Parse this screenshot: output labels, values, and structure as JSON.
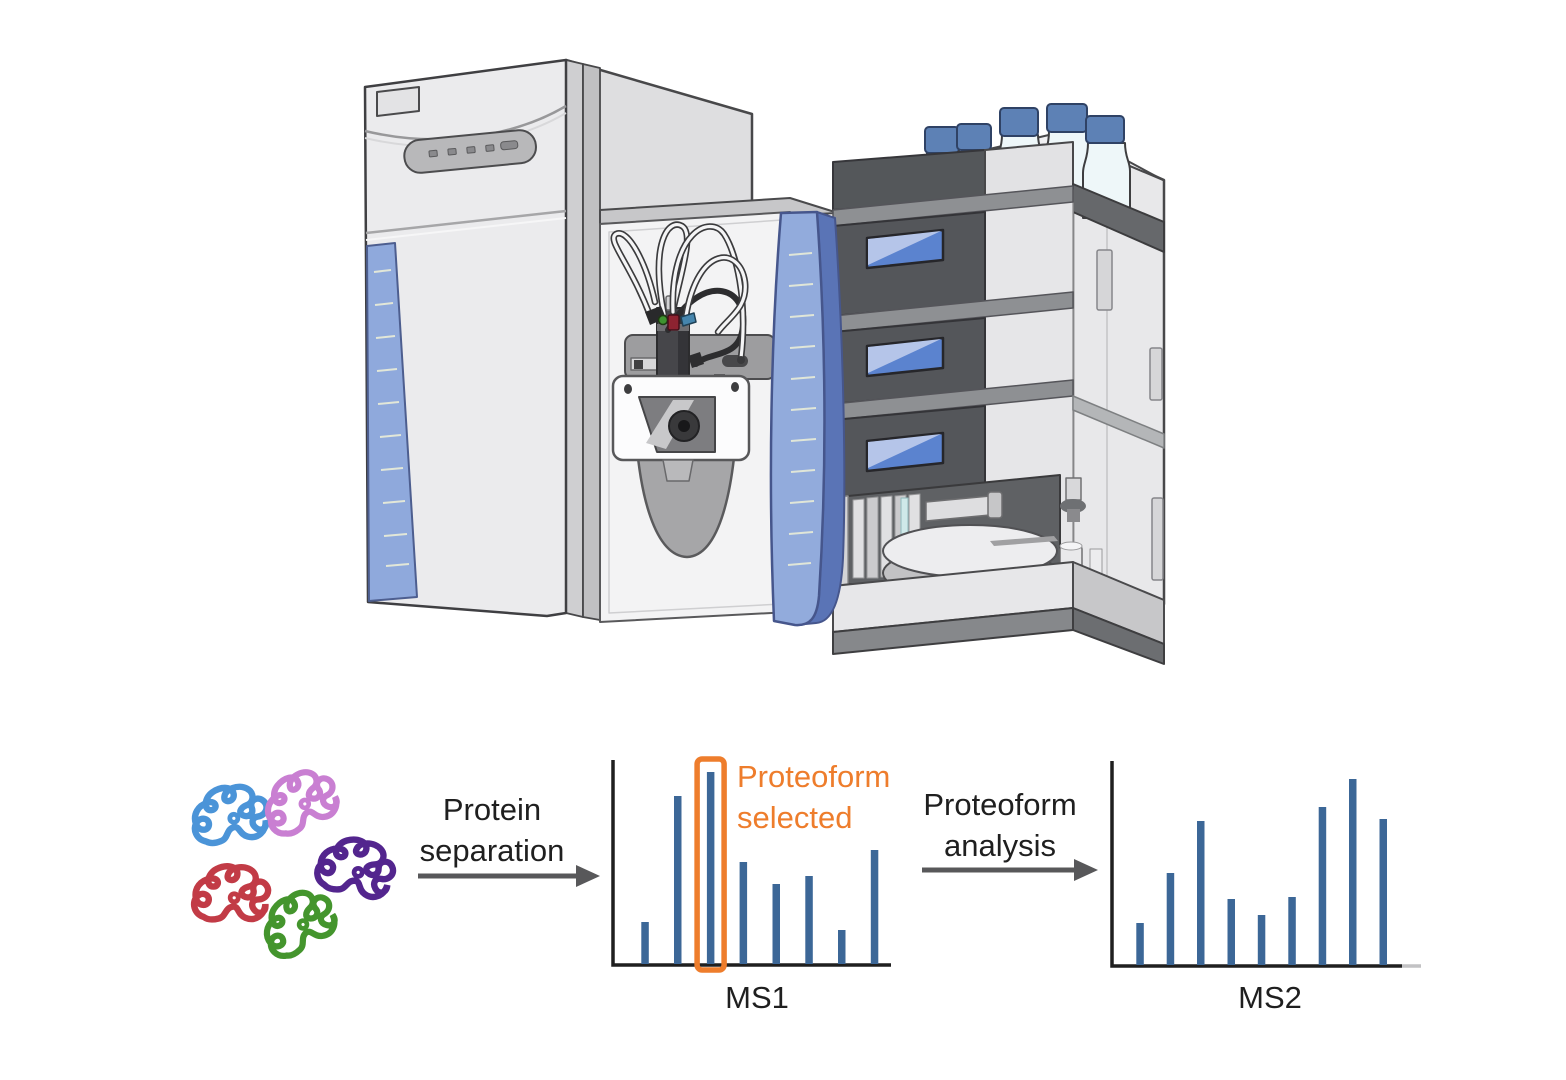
{
  "figure": {
    "background_color": "#ffffff",
    "instrument": {
      "name": "lcms-instrument-illustration",
      "parts": [
        "mass-spectrometer-tower",
        "ion-source",
        "source-housing",
        "hplc-module-stack",
        "solvent-bottles",
        "autosampler-tray"
      ],
      "colors": {
        "body_light": "#ebebed",
        "body_side": "#dedee0",
        "panel_white": "#f3f3f4",
        "module_dark": "#54565a",
        "divider_gray": "#8e9093",
        "outline": "#3f3f42",
        "accent_blue_light": "#92abdc",
        "accent_blue_dark": "#5a74b6",
        "screen_blue": "#5b83cf",
        "screen_highlight": "#b5c5e9",
        "bottle_cap_blue": "#5d81b5",
        "bottle_glass": "#eef7f9"
      }
    },
    "workflow": {
      "text_color": "#1f1f1f",
      "arrow_color": "#58585a",
      "highlight_color": "#ee7d2c",
      "bar_color": "#3c6797",
      "proteins": [
        {
          "name": "protein-blue",
          "color": "#4b94d8"
        },
        {
          "name": "protein-pink",
          "color": "#c97fd2"
        },
        {
          "name": "protein-purple",
          "color": "#53258e"
        },
        {
          "name": "protein-red",
          "color": "#c23b46"
        },
        {
          "name": "protein-green",
          "color": "#44952d"
        }
      ],
      "step1": {
        "line1": "Protein",
        "line2": "separation"
      },
      "annotation": {
        "line1": "Proteoform",
        "line2": "selected"
      },
      "step2": {
        "line1": "Proteoform",
        "line2": "analysis"
      },
      "ms1_label": "MS1",
      "ms2_label": "MS2"
    }
  },
  "chart_data": [
    {
      "type": "bar",
      "title": "MS1",
      "values": [
        21,
        84,
        96,
        51,
        40,
        44,
        17,
        57
      ],
      "ylim": [
        0,
        100
      ],
      "selected_peak_index": 2,
      "selected_annotation": "Proteoform selected",
      "bar_color": "#3c6797",
      "axis_color": "#1f1f1f",
      "grid": false,
      "tick_labels_shown": false
    },
    {
      "type": "bar",
      "title": "MS2",
      "values": [
        21,
        46,
        72,
        33,
        25,
        34,
        79,
        93,
        73
      ],
      "ylim": [
        0,
        100
      ],
      "bar_color": "#3c6797",
      "axis_color": "#1f1f1f",
      "grid": false,
      "tick_labels_shown": false
    }
  ]
}
